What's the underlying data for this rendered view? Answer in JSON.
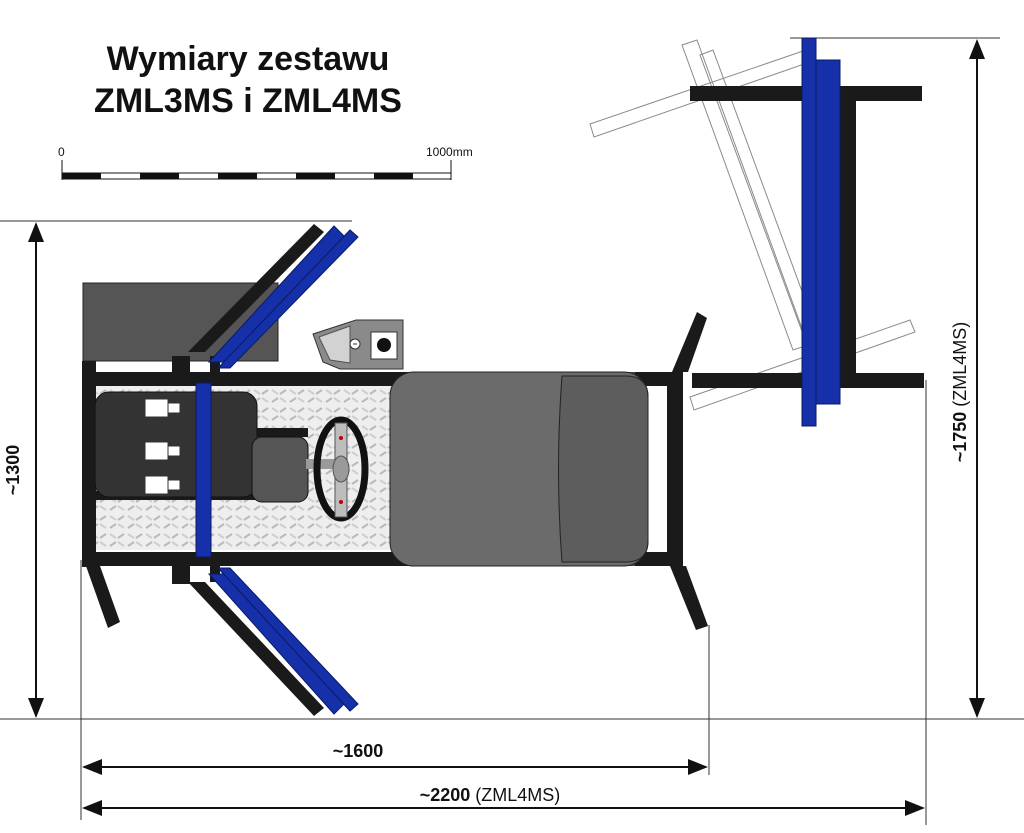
{
  "title": {
    "line1": "Wymiary zestawu",
    "line2": "ZML3MS i ZML4MS"
  },
  "scale_bar": {
    "start_label": "0",
    "end_label": "1000mm"
  },
  "dimensions": {
    "width": "~1300",
    "length_zml3": "~1600",
    "length_zml4_value": "~2200",
    "length_zml4_note": " (ZML4MS)",
    "height_value": "~1750",
    "height_note": " (ZML4MS)"
  },
  "colors": {
    "frame": "#1a1a1a",
    "accent_blue": "#1530a8",
    "seat_gray": "#6b6b6b",
    "panel_gray": "#555555",
    "floor_plate": "#eeeeee"
  }
}
